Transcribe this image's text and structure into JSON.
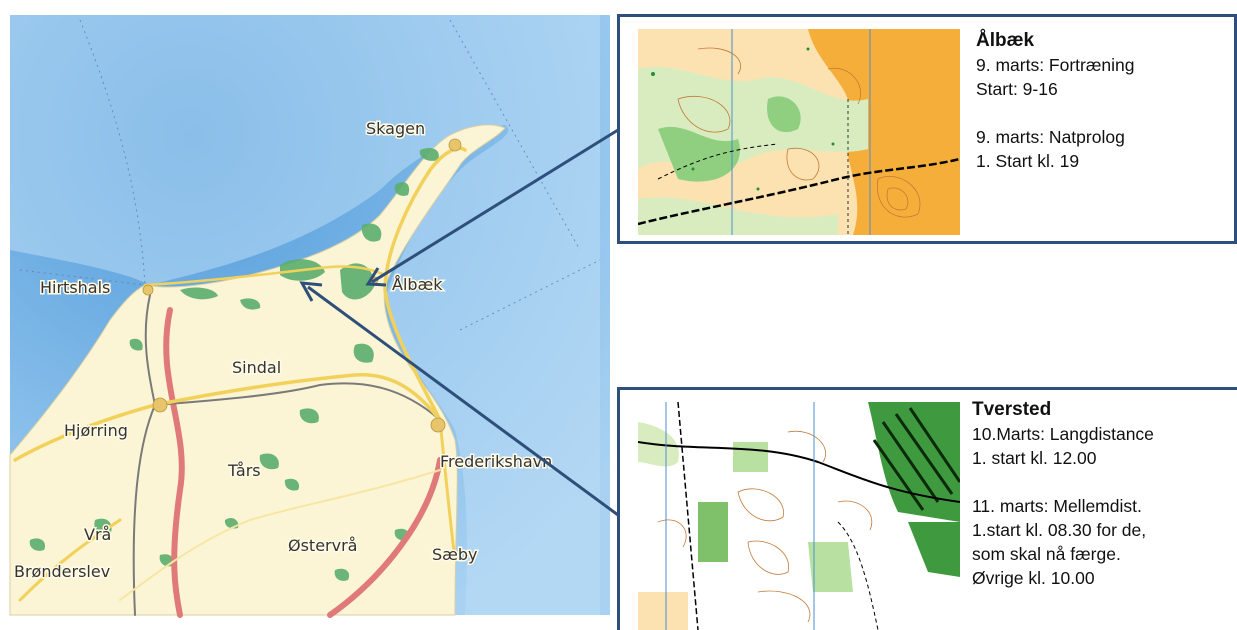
{
  "map": {
    "towns": [
      {
        "id": "skagen",
        "label": "Skagen"
      },
      {
        "id": "hirtshals",
        "label": "Hirtshals"
      },
      {
        "id": "albaek",
        "label": "Ålbæk"
      },
      {
        "id": "sindal",
        "label": "Sindal"
      },
      {
        "id": "hjorring",
        "label": "Hjørring"
      },
      {
        "id": "tars",
        "label": "Tårs"
      },
      {
        "id": "frederikshavn",
        "label": "Frederikshavn"
      },
      {
        "id": "vra",
        "label": "Vrå"
      },
      {
        "id": "ostervra",
        "label": "Østervrå"
      },
      {
        "id": "saeby",
        "label": "Sæby"
      },
      {
        "id": "bronderslev",
        "label": "Brønderslev"
      }
    ],
    "colors": {
      "sea": "#8fc3ec",
      "sea_deep": "#5aa2e0",
      "land": "#fbf5d6",
      "forest": "#5cae6e",
      "main_road": "#e07a7a",
      "road": "#f2d15a",
      "callout": "#2e4f79"
    }
  },
  "events": {
    "albaek": {
      "title": "Ålbæk",
      "lines": [
        "9. marts: Fortræning",
        "Start: 9-16",
        "",
        "9. marts: Natprolog",
        "1. Start kl. 19"
      ]
    },
    "tversted": {
      "title": "Tversted",
      "lines": [
        "10.Marts: Langdistance",
        "1. start kl. 12.00",
        "",
        "11. marts: Mellemdist.",
        "1.start kl. 08.30  for de,",
        "som skal nå færge.",
        "Øvrige kl. 10.00"
      ]
    }
  }
}
